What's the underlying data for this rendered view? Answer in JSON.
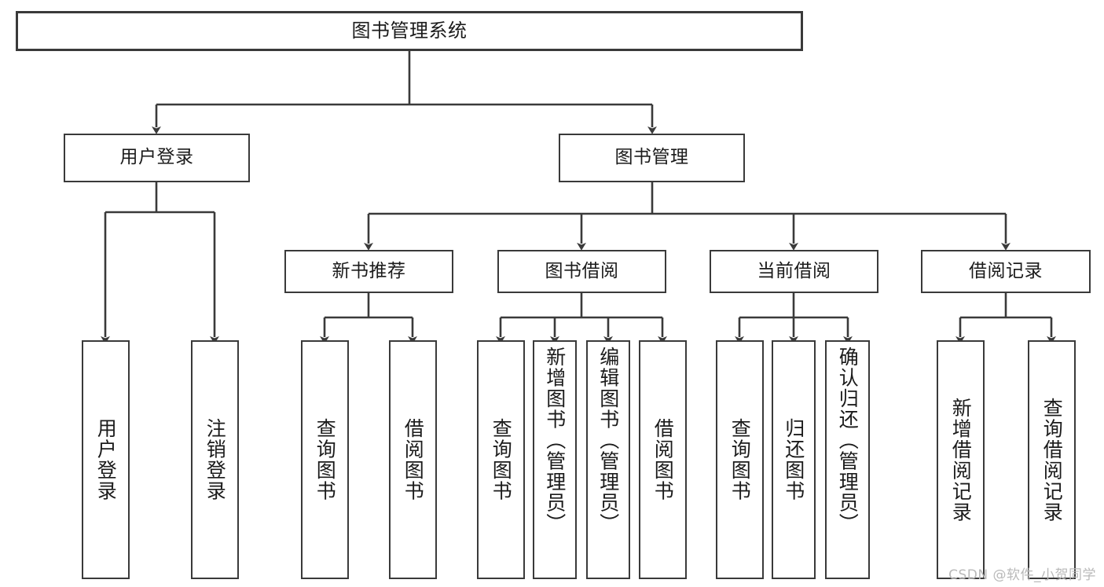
{
  "diagram": {
    "title": "图书管理系统",
    "type": "tree-hierarchy",
    "orientation": "top-down",
    "colors": {
      "box_border": "#3a3a3a",
      "box_fill": "#ffffff",
      "connector": "#3a3a3a",
      "text": "#1b1b1b",
      "watermark": "#b9b9b9",
      "background": "#ffffff"
    },
    "root": {
      "label": "图书管理系统"
    },
    "level2": [
      {
        "label": "用户登录"
      },
      {
        "label": "图书管理"
      }
    ],
    "level3": [
      {
        "label": "新书推荐"
      },
      {
        "label": "图书借阅"
      },
      {
        "label": "当前借阅"
      },
      {
        "label": "借阅记录"
      }
    ],
    "leaves": {
      "user_login": [
        {
          "label": "用户登录"
        },
        {
          "label": "注销登录"
        }
      ],
      "new_book_rec": [
        {
          "label": "查询图书"
        },
        {
          "label": "借阅图书"
        }
      ],
      "book_borrow": [
        {
          "label": "查询图书"
        },
        {
          "label": "新增图书（管理员）"
        },
        {
          "label": "编辑图书（管理员）"
        },
        {
          "label": "借阅图书"
        }
      ],
      "current_borrow": [
        {
          "label": "查询图书"
        },
        {
          "label": "归还图书"
        },
        {
          "label": "确认归还（管理员）"
        }
      ],
      "borrow_record": [
        {
          "label": "新增借阅记录"
        },
        {
          "label": "查询借阅记录"
        }
      ]
    },
    "watermark": "CSDN @软件_小贺同学"
  }
}
